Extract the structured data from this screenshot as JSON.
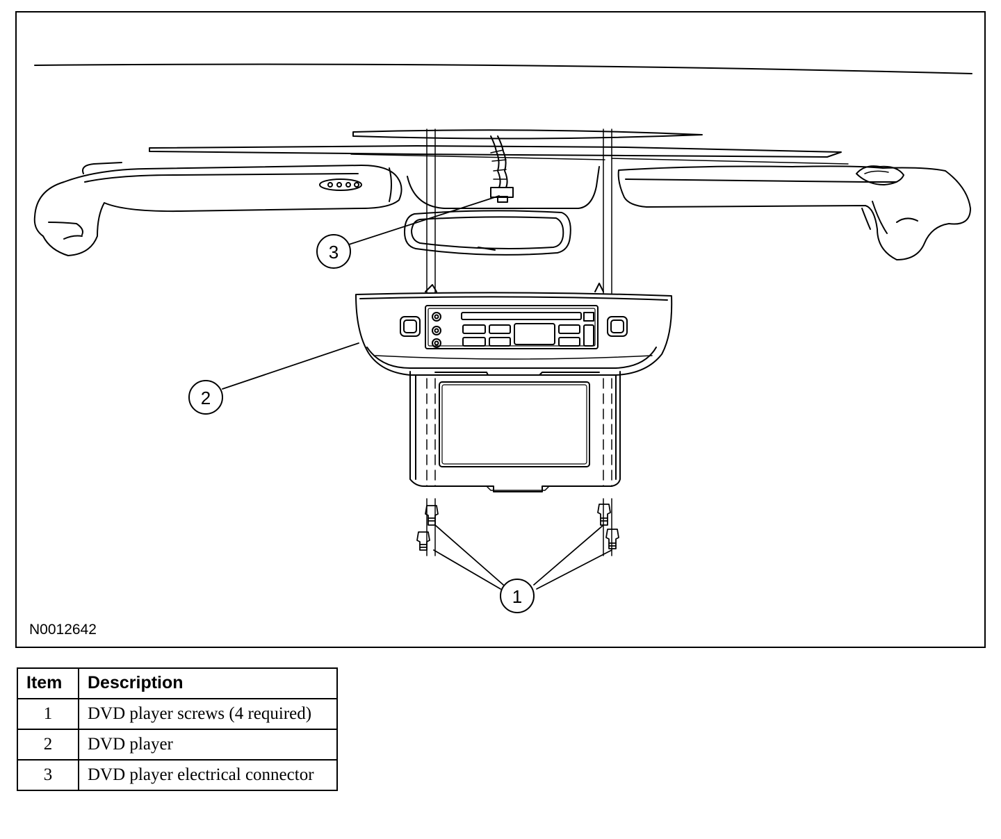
{
  "figure": {
    "id": "N0012642",
    "callouts": [
      "1",
      "2",
      "3"
    ]
  },
  "legend": {
    "headers": {
      "item": "Item",
      "description": "Description"
    },
    "rows": [
      {
        "item": "1",
        "description": "DVD player screws (4 required)"
      },
      {
        "item": "2",
        "description": "DVD player"
      },
      {
        "item": "3",
        "description": "DVD player electrical connector"
      }
    ]
  }
}
